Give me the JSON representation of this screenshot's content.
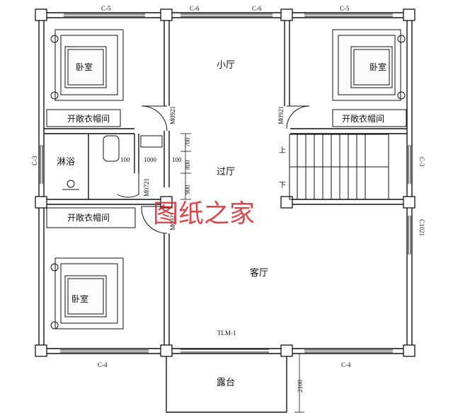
{
  "rooms": {
    "bedroom_top_left": "卧室",
    "bedroom_top_right": "卧室",
    "bedroom_bottom_left": "卧室",
    "small_hall": "小厅",
    "corridor_hall": "过厅",
    "living_room": "客厅",
    "shower": "淋浴",
    "terrace": "露台",
    "closet_top_left": "开敞衣帽间",
    "closet_top_right": "开敞衣帽间",
    "closet_bottom_left": "开敞衣帽间"
  },
  "windows": {
    "top_left": "C-5",
    "top_mid_left": "C-6",
    "top_mid_right": "C-6",
    "top_right": "C-5",
    "left": "C-3",
    "right": "C-3",
    "right_living": "C1021",
    "bottom_left": "C-4",
    "bottom_right": "C-4"
  },
  "doors": {
    "small_hall": "M0921",
    "stair_side": "M0921",
    "shower": "M0721",
    "closet_bottom": "M0921",
    "sliding": "TLM-1"
  },
  "dimensions": {
    "d100a": "100",
    "d1000": "1000",
    "d100b": "100",
    "d700": "700",
    "d800": "800",
    "d900": "900",
    "d2100": "2100"
  },
  "stair": {
    "up": "上",
    "down": "下"
  },
  "watermark": "图纸之家",
  "colors": {
    "line": "#111111",
    "watermark": "#d9262b"
  }
}
